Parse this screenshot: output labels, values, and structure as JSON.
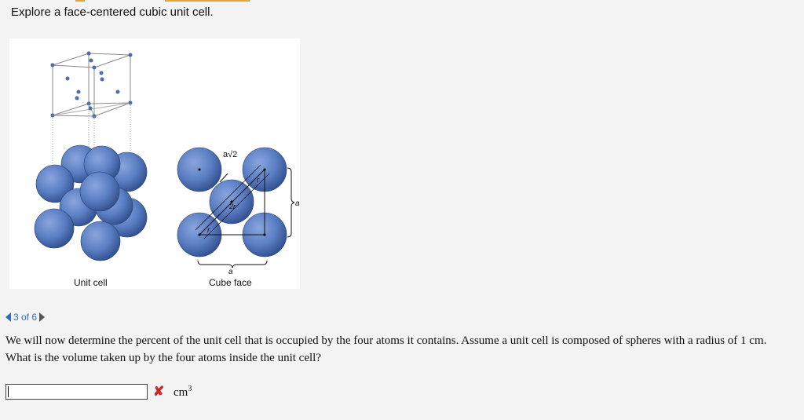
{
  "title": "Explore a face-centered cubic unit cell.",
  "figure": {
    "unit_cell_label": "Unit cell",
    "cube_face_label": "Cube face",
    "edge_label_side": "a",
    "edge_label_bottom": "a",
    "diagonal_label": "a√2",
    "radius_label": "r",
    "two_r_label": "2r",
    "sphere_color": "#5b7fc4"
  },
  "pager": {
    "text": "3 of 6"
  },
  "question": "We will now determine the percent of the unit cell that is occupied by the four atoms it contains. Assume a unit cell is composed of spheres with a radius of 1 cm. What is the volume taken up by the four atoms inside the unit cell?",
  "answer": {
    "value": "",
    "status_mark": "✘",
    "unit_base": "cm",
    "unit_exp": "3"
  },
  "colors": {
    "link": "#2a6fbd",
    "error": "#d42222",
    "accent": "#e8a33d"
  }
}
